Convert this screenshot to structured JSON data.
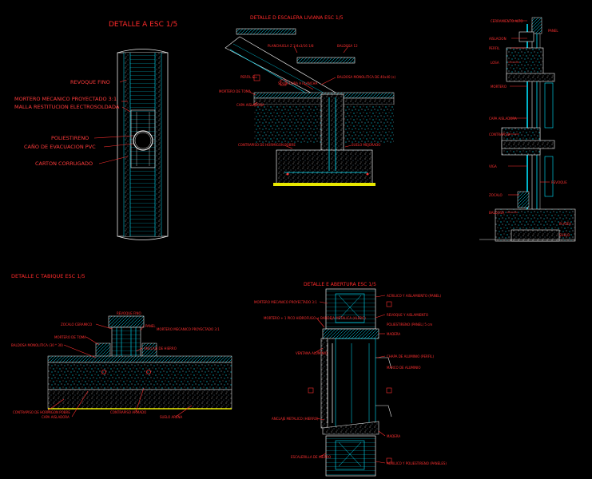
{
  "colors": {
    "background": "#000000",
    "annotation": "#ff3030",
    "structure": "#00e5ff",
    "outline": "#e8e8e8",
    "highlight": "#e8e800"
  },
  "detail_a": {
    "title": "DETALLE A ESC 1/5",
    "labels": [
      "REVOQUE FINO",
      "MORTERO MECANICO PROYECTADO 3:1",
      "MALLA RESTITUCION ELECTROSOLDADA",
      "POLIESTIRENO",
      "CAÑO DE EVACUACION PVC",
      "CARTON CORRUGADO"
    ]
  },
  "detail_d": {
    "title": "DETALLE D ESCALERA LIVIANA ESC 1/5",
    "labels": [
      "PLANCHUELA Z 1/4x3/16 1/8",
      "BALDOSA 12",
      "PERFIL C",
      "BALDOSA MONOLITICA DE 40x40 (s)",
      "SOLDADURA A PLANCHA",
      "MORTERO DE TOMA",
      "CAPA AISLADORA",
      "CONTRAPISO DE HORMIGON POBRE",
      "SUELO MEJORADO"
    ]
  },
  "detail_c": {
    "title": "DETALLE C TABIQUE ESC 1/5",
    "labels": [
      "REVOQUE FINO",
      "ZOCALO CERAMICO",
      "PANEL",
      "MORTERO DE TOMA",
      "MORTERO MECANICO PROYECTADO 3:1",
      "BALDOSA MONOLITICA (30 * 30)",
      "ANCLAJE DE HIERRO",
      "CONTRAPISO DE HORMIGON POBRE",
      "CAPA AISLADORA",
      "CONTRAPISO ARMADO",
      "SUELO ARENA"
    ]
  },
  "detail_e": {
    "title": "DETALLE E ABERTURA ESC 1/5",
    "labels": [
      "MORTERO MECANICO PROYECTADO 3:1",
      "ACRILICO Y AISLAMIENTO (PANEL)",
      "MORTERO + 1 PICO HIDROFUGO + BANDEJA METALICA (ALERO)",
      "REVOQUE Y AISLAMIENTO",
      "POLIESTIRENO (PANEL) 5 cm",
      "MADERA",
      "VENTANA ALUMINIO",
      "CHAPA DE ALUMINIO (PERFIL)",
      "MARCO DE ALUMINIO",
      "ANCLAJE METALICO (HIERRO)",
      "MADERA",
      "ESCALERILLA DE HIERRO",
      "ACRILICO Y POLIESTIRENO (PANELES)"
    ]
  },
  "elevation_section": {
    "labels": [
      "CERRAMIENTO ALTO",
      "PANEL",
      "AISLACION",
      "PERFIL",
      "LOSA",
      "MORTERO",
      "CAPA AISLADORA",
      "CONTRAPISO",
      "VIGA",
      "REVOQUE",
      "ZOCALO",
      "BALDOSA",
      "PLATEA",
      "SUELO"
    ]
  }
}
